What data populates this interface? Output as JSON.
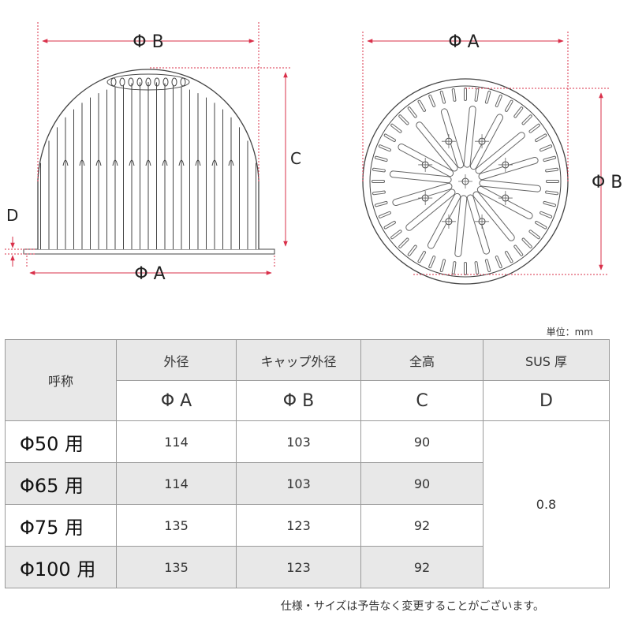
{
  "drawing": {
    "side": {
      "phi_b": "Φ B",
      "phi_a": "Φ A",
      "c": "C",
      "d": "D"
    },
    "top": {
      "phi_a": "Φ A",
      "phi_b": "Φ B"
    }
  },
  "table": {
    "unit": "単位：mm",
    "headers": {
      "name": "呼称",
      "outer": "外径",
      "cap": "キャップ外径",
      "height": "全高",
      "sus": "SUS 厚"
    },
    "symbols": {
      "a": "Φ A",
      "b": "Φ B",
      "c": "C",
      "d": "D"
    },
    "rows": [
      {
        "name": "Φ50 用",
        "a": "114",
        "b": "103",
        "c": "90"
      },
      {
        "name": "Φ65 用",
        "a": "114",
        "b": "103",
        "c": "90"
      },
      {
        "name": "Φ75 用",
        "a": "135",
        "b": "123",
        "c": "92"
      },
      {
        "name": "Φ100 用",
        "a": "135",
        "b": "123",
        "c": "92"
      }
    ],
    "thickness": "0.8"
  },
  "footnote": "仕様・サイズは予告なく変更することがございます。",
  "colors": {
    "dimension": "#d9304a",
    "line": "#333333",
    "header_bg": "#e8e8e8"
  }
}
